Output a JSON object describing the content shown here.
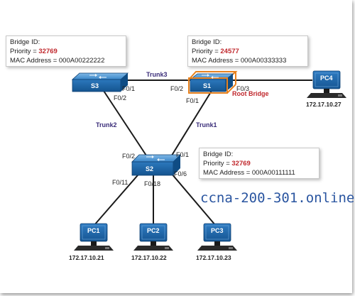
{
  "bridge_boxes": {
    "s3": {
      "line1": "Bridge ID:",
      "priority_prefix": "Priority = ",
      "priority": "32769",
      "mac": "MAC Address = 000A00222222"
    },
    "s1": {
      "line1": "Bridge ID:",
      "priority_prefix": "Priority = ",
      "priority": "24577",
      "mac": "MAC Address = 000A00333333"
    },
    "s2": {
      "line1": "Bridge ID:",
      "priority_prefix": "Priority = ",
      "priority": "32769",
      "mac": "MAC Address = 000A00111111"
    }
  },
  "switches": {
    "s1": "S1",
    "s2": "S2",
    "s3": "S3"
  },
  "pcs": {
    "pc1": "PC1",
    "pc2": "PC2",
    "pc3": "PC3",
    "pc4": "PC4"
  },
  "ips": {
    "pc1": "172.17.10.21",
    "pc2": "172.17.10.22",
    "pc3": "172.17.10.23",
    "pc4": "172.17.10.27"
  },
  "trunks": {
    "trunk1": "Trunk1",
    "trunk2": "Trunk2",
    "trunk3": "Trunk3"
  },
  "ports": {
    "s3_f01": "F0/1",
    "s3_f02": "F0/2",
    "s1_f02": "F0/2",
    "s1_f01": "F0/1",
    "s1_f03": "F0/3",
    "s2_f02": "F0/2",
    "s2_f01": "F0/1",
    "s2_f011": "F0/11",
    "s2_f018": "F0/18",
    "s2_f06": "F0/6"
  },
  "root_bridge": "Root Bridge",
  "watermark": "ccna-200-301.online",
  "colors": {
    "switch_blue": "#1f6bb0",
    "root_outline": "#e8821e",
    "priority_red": "#c0282d",
    "trunk_purple": "#3b2e7a",
    "watermark_blue": "#2a55a0"
  }
}
